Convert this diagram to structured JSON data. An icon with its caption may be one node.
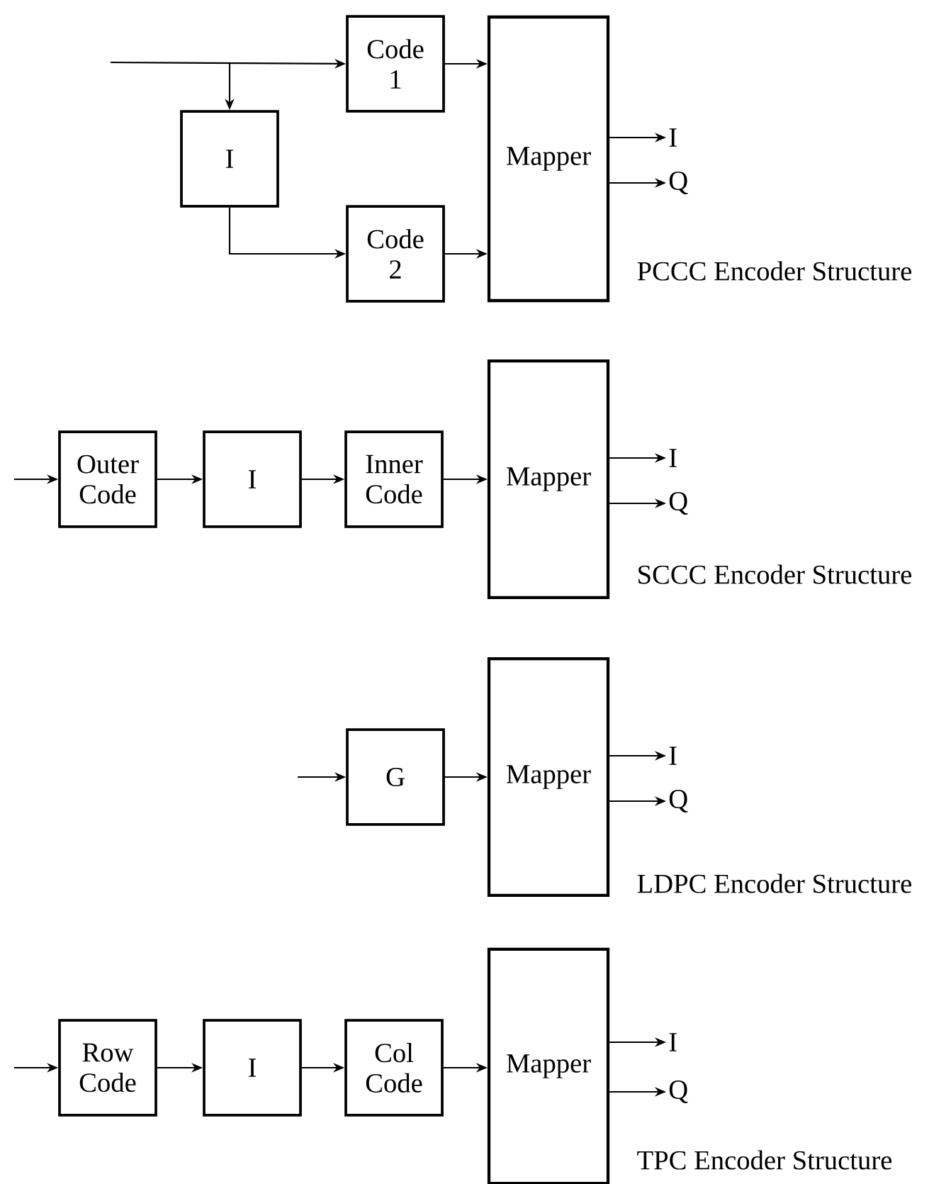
{
  "diagram": {
    "nodes": [
      {
        "text": [
          "Code 1"
        ]
      },
      {
        "text": [
          "I"
        ]
      },
      {
        "text": [
          "Code 2"
        ]
      },
      {
        "text": [
          "Mapper"
        ]
      },
      {
        "text": [
          "I"
        ]
      },
      {
        "text": [
          "Q"
        ]
      },
      {
        "text": [
          "Outer Code"
        ]
      },
      {
        "text": [
          "I"
        ]
      },
      {
        "text": [
          "Inner Code"
        ]
      },
      {
        "text": [
          "Mapper"
        ]
      },
      {
        "text": [
          "I"
        ]
      },
      {
        "text": [
          "Q"
        ]
      },
      {
        "text": [
          "G"
        ]
      },
      {
        "text": [
          "Mapper"
        ]
      },
      {
        "text": [
          "I"
        ]
      },
      {
        "text": [
          "Q"
        ]
      },
      {
        "text": [
          "Row Code"
        ]
      },
      {
        "text": [
          "I"
        ]
      },
      {
        "text": [
          "Col Code"
        ]
      },
      {
        "text": [
          "Mapper"
        ]
      },
      {
        "text": [
          "I"
        ]
      },
      {
        "text": [
          "Q"
        ]
      }
    ],
    "edges": [
      {
        "from": null,
        "to": 0,
        "arrow": "to"
      },
      {
        "from": null,
        "to": 1,
        "arrow": "to"
      },
      {
        "from": 1,
        "to": 2,
        "arrow": "to"
      },
      {
        "from": 0,
        "to": 3,
        "arrow": "to"
      },
      {
        "from": 2,
        "to": 3,
        "arrow": "to"
      },
      {
        "from": 3,
        "to": 4,
        "arrow": "to"
      },
      {
        "from": 3,
        "to": 5,
        "arrow": "to"
      },
      {
        "from": null,
        "to": 6,
        "arrow": "to"
      },
      {
        "from": 6,
        "to": 7,
        "arrow": "to"
      },
      {
        "from": 7,
        "to": 8,
        "arrow": "to"
      },
      {
        "from": 8,
        "to": 9,
        "arrow": "to"
      },
      {
        "from": 9,
        "to": 10,
        "arrow": "to"
      },
      {
        "from": 9,
        "to": 11,
        "arrow": "to"
      },
      {
        "from": null,
        "to": 12,
        "arrow": "to"
      },
      {
        "from": 12,
        "to": 13,
        "arrow": "to"
      },
      {
        "from": 13,
        "to": 14,
        "arrow": "to"
      },
      {
        "from": 13,
        "to": 15,
        "arrow": "to"
      },
      {
        "from": null,
        "to": 16,
        "arrow": "to"
      },
      {
        "from": 16,
        "to": 17,
        "arrow": "to"
      },
      {
        "from": 17,
        "to": 18,
        "arrow": "to"
      },
      {
        "from": 18,
        "to": 19,
        "arrow": "to"
      },
      {
        "from": 19,
        "to": 20,
        "arrow": "to"
      },
      {
        "from": 19,
        "to": 21,
        "arrow": "to"
      }
    ],
    "labels": [
      "PCCC Encoder Structure",
      "SCCC Encoder Structure",
      "LDPC Encoder Structure",
      "TPC Encoder Structure"
    ]
  }
}
